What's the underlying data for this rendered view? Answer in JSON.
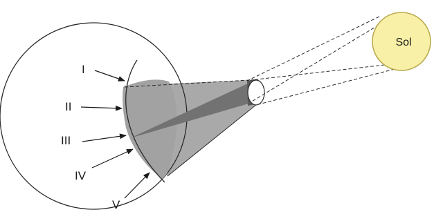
{
  "sun": {
    "label": "Sol",
    "fill": "#f7f0a6",
    "stroke": "#b8a84a"
  },
  "regions": [
    {
      "id": "I",
      "label": "I"
    },
    {
      "id": "II",
      "label": "II"
    },
    {
      "id": "III",
      "label": "III"
    },
    {
      "id": "IV",
      "label": "IV"
    },
    {
      "id": "V",
      "label": "V"
    }
  ],
  "colors": {
    "line": "#2a2a2a",
    "penumbra": "#a9a9a9",
    "umbra": "#7c7c7c",
    "background": "#ffffff"
  }
}
